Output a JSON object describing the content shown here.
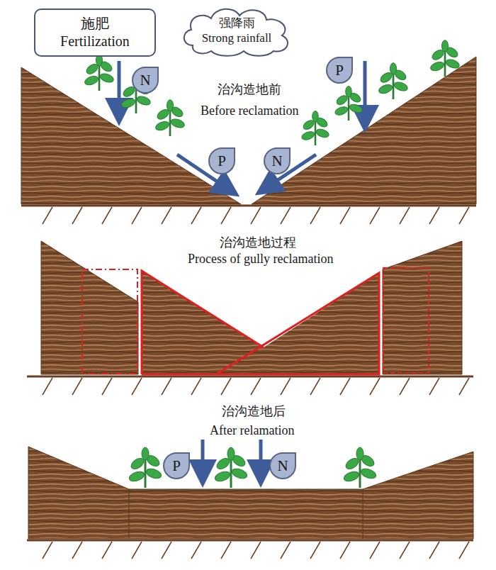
{
  "diagram": {
    "nodes": [
      {
        "text": [
          "施肥",
          "Fertilization"
        ]
      },
      {
        "text": [
          "强降雨",
          "Strong rainfall"
        ]
      },
      {
        "text": [
          "N"
        ]
      },
      {
        "text": [
          "P"
        ]
      },
      {
        "text": [
          "P"
        ]
      },
      {
        "text": [
          "N"
        ]
      },
      {
        "text": [
          "P"
        ]
      },
      {
        "text": [
          "N"
        ]
      }
    ],
    "labels": [
      "治沟造地前",
      "Before reclamation",
      "治沟造地过程",
      "Process of gully reclamation",
      "治沟造地后",
      "After relamation"
    ]
  }
}
